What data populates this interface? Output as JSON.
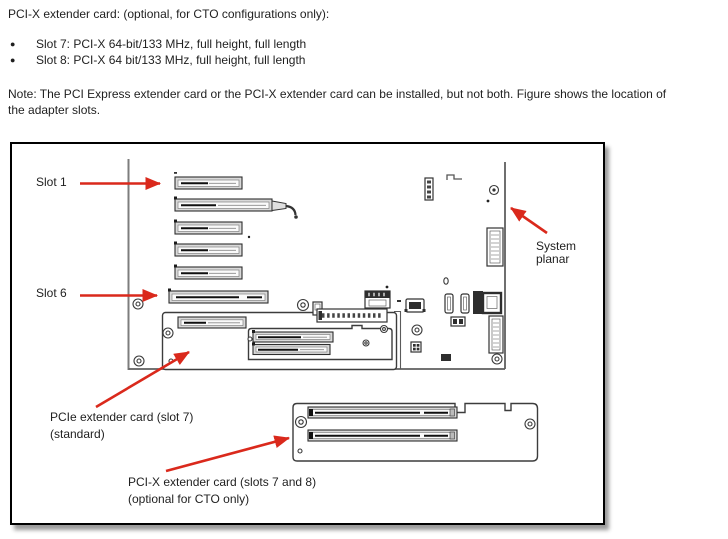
{
  "document": {
    "intro": "PCI-X extender card: (optional, for CTO configurations only):",
    "bullets": [
      "Slot 7: PCI-X 64-bit/133 MHz, full height, full length",
      "Slot 8: PCI-X 64 bit/133 MHz, full height, full length"
    ],
    "note": "Note: The PCI Express extender card or the PCI-X extender card can be installed, but not both. Figure shows the location of the adapter slots."
  },
  "figure": {
    "callouts": {
      "slot1": "Slot 1",
      "slot6": "Slot 6",
      "system_planar": "System planar",
      "pcie_line1": "PCIe extender card (slot 7)",
      "pcie_line2": "(standard)",
      "pcix_line1": "PCI-X extender card (slots 7 and 8)",
      "pcix_line2": "(optional for CTO only)"
    },
    "colors": {
      "arrow": "#da291c",
      "text": "#1f1f1f"
    }
  }
}
